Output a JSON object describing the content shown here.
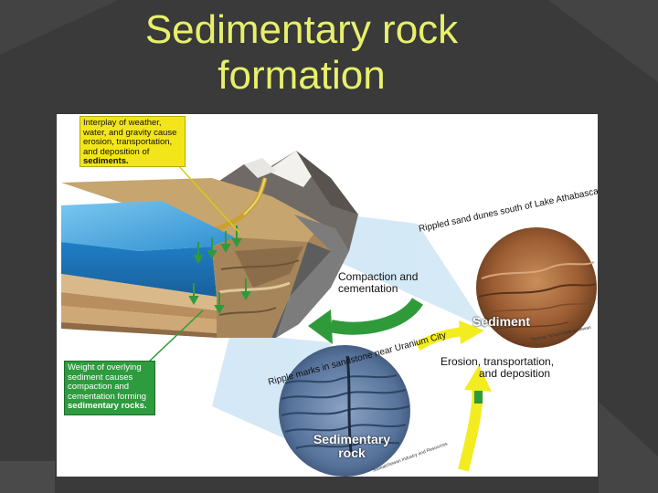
{
  "slide": {
    "title_line1": "Sedimentary rock",
    "title_line2": "formation"
  },
  "figure": {
    "callout_weather": {
      "line1": "Interplay of weather,",
      "line2": "water, and gravity cause",
      "line3": "erosion, transportation,",
      "line4": "and deposition of",
      "line5": "sediments."
    },
    "callout_weight": {
      "line1": "Weight of overlying",
      "line2": "sediment causes",
      "line3": "compaction and",
      "line4": "cementation forming",
      "line5": "sedimentary rocks."
    },
    "compaction_label_line1": "Compaction and",
    "compaction_label_line2": "cementation",
    "erosion_label_line1": "Erosion, transportation,",
    "erosion_label_line2": "and deposition",
    "sediment_label": "Sediment",
    "sedimentary_rock_line1": "Sedimentary",
    "sedimentary_rock_line2": "rock",
    "dunes_caption": "Rippled sand dunes south of Lake Athabasca",
    "ripple_caption": "Ripple marks in sandstone near Uranium City",
    "credit_top": "Thomas Schulz/saskatchewan",
    "credit_bottom": "Saskatchewan Industry and Resources"
  },
  "colors": {
    "title": "#e8f06a",
    "slide_background": "#3a3a3a",
    "water": "#2d8fd3",
    "arrow_green": "#2f9a3a",
    "arrow_yellow": "#f3ec20"
  }
}
